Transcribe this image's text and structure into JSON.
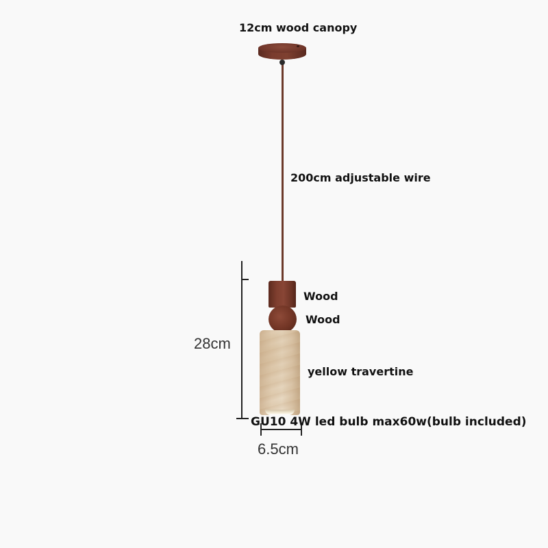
{
  "product": {
    "type": "pendant light dimension diagram",
    "colors": {
      "background": "#f9f9f9",
      "wood": "#7a3a2b",
      "wire": "#6d3a2b",
      "travertine": "#e0cbb0",
      "text": "#111111",
      "dimension_line": "#222222"
    }
  },
  "labels": {
    "canopy": "12cm wood canopy",
    "wire": "200cm adjustable wire",
    "wood_top": "Wood",
    "wood_ball": "Wood",
    "shade": "yellow travertine",
    "bulb": "GU10 4W led bulb max60w(bulb included)"
  },
  "dimensions": {
    "height": "28cm",
    "diameter": "6.5cm"
  }
}
